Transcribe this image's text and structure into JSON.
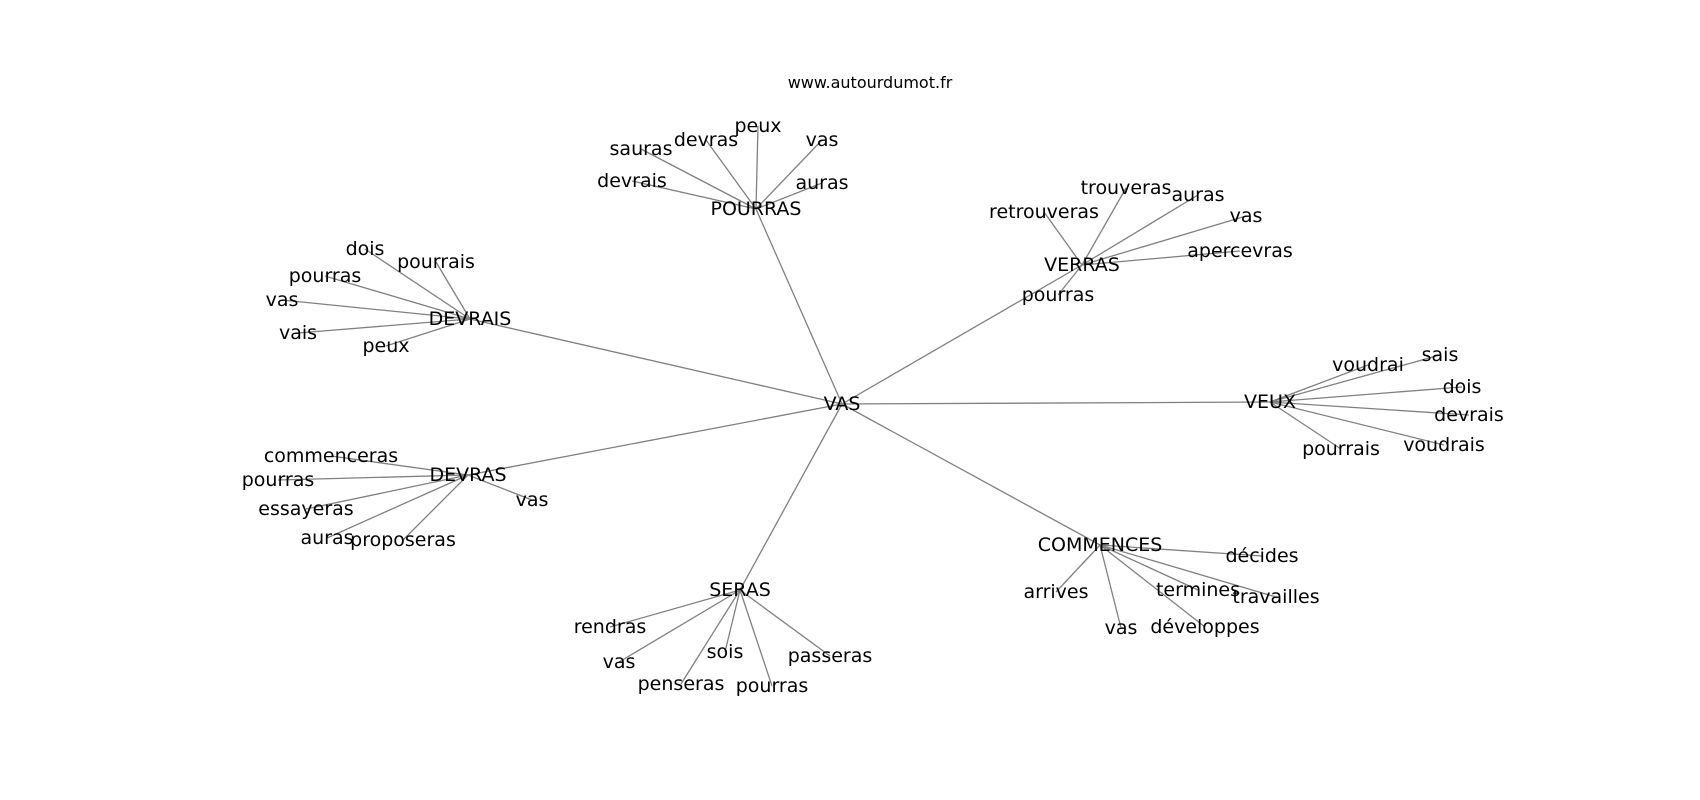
{
  "site": "www.autourdumot.fr",
  "center": "VAS",
  "hubs": [
    {
      "label": "POURRAS",
      "leaves": [
        "sauras",
        "devras",
        "peux",
        "vas",
        "auras",
        "devrais"
      ]
    },
    {
      "label": "VERRAS",
      "leaves": [
        "trouveras",
        "auras",
        "retrouveras",
        "vas",
        "apercevras",
        "pourras"
      ]
    },
    {
      "label": "DEVRAIS",
      "leaves": [
        "dois",
        "pourrais",
        "pourras",
        "vas",
        "vais",
        "peux"
      ]
    },
    {
      "label": "VEUX",
      "leaves": [
        "voudrai",
        "sais",
        "dois",
        "devrais",
        "pourrais",
        "voudrais"
      ]
    },
    {
      "label": "DEVRAS",
      "leaves": [
        "commenceras",
        "pourras",
        "essayeras",
        "auras",
        "proposeras",
        "vas"
      ]
    },
    {
      "label": "COMMENCES",
      "leaves": [
        "décides",
        "arrives",
        "termines",
        "travailles",
        "vas",
        "développes"
      ]
    },
    {
      "label": "SERAS",
      "leaves": [
        "rendras",
        "vas",
        "sois",
        "passeras",
        "penseras",
        "pourras"
      ]
    }
  ]
}
